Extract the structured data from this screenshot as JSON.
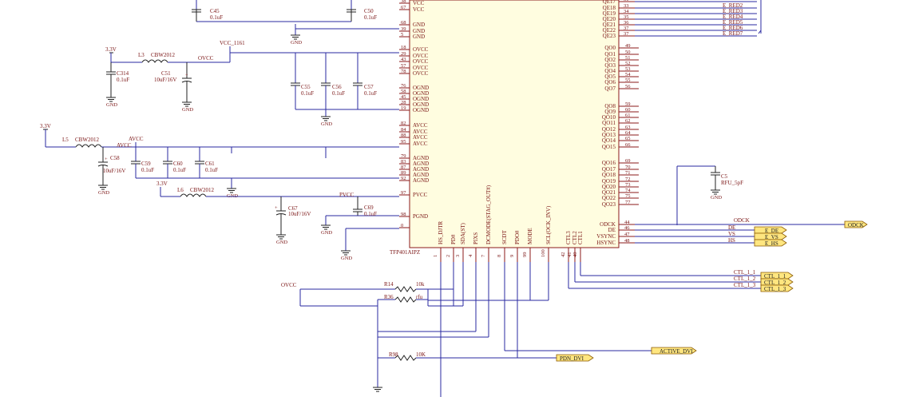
{
  "chip": {
    "designator": "TFP401AIPZ",
    "left_top_pins": [
      {
        "num": "38",
        "name": "VCC"
      },
      {
        "num": "67",
        "name": "VCC"
      },
      {
        "num": "68",
        "name": "GND"
      },
      {
        "num": "39",
        "name": "GND"
      },
      {
        "num": "5",
        "name": "GND"
      },
      {
        "num": "18",
        "name": "OVCC"
      },
      {
        "num": "29",
        "name": "OVCC"
      },
      {
        "num": "43",
        "name": "OVCC"
      },
      {
        "num": "57",
        "name": "OVCC"
      },
      {
        "num": "78",
        "name": "OVCC"
      },
      {
        "num": "76",
        "name": "OGND"
      },
      {
        "num": "58",
        "name": "OGND"
      },
      {
        "num": "45",
        "name": "OGND"
      },
      {
        "num": "28",
        "name": "OGND"
      },
      {
        "num": "19",
        "name": "OGND"
      },
      {
        "num": "82",
        "name": "AVCC"
      },
      {
        "num": "84",
        "name": "AVCC"
      },
      {
        "num": "88",
        "name": "AVCC"
      },
      {
        "num": "95",
        "name": "AVCC"
      },
      {
        "num": "79",
        "name": "AGND"
      },
      {
        "num": "83",
        "name": "AGND"
      },
      {
        "num": "87",
        "name": "AGND"
      },
      {
        "num": "89",
        "name": "AGND"
      },
      {
        "num": "92",
        "name": "AGND"
      },
      {
        "num": "97",
        "name": "PVCC"
      },
      {
        "num": "98",
        "name": "PGND"
      },
      {
        "num": "0",
        "name": ""
      }
    ],
    "right_top_pins": [
      {
        "name": "QE17",
        "num": "31",
        "net": ""
      },
      {
        "name": "QE18",
        "num": "33",
        "net": "E_RED2"
      },
      {
        "name": "QE19",
        "num": "34",
        "net": "E_RED3"
      },
      {
        "name": "QE20",
        "num": "35",
        "net": "E_RED4"
      },
      {
        "name": "QE21",
        "num": "36",
        "net": "E_RED5"
      },
      {
        "name": "QE22",
        "num": "37",
        "net": "E_RED6"
      },
      {
        "name": "QE23",
        "num": "37",
        "net": "E_RED7"
      }
    ],
    "right_qo_pins": [
      {
        "name": "QO0",
        "num": "49"
      },
      {
        "name": "QO1",
        "num": "50"
      },
      {
        "name": "QO2",
        "num": "51"
      },
      {
        "name": "QO3",
        "num": "52"
      },
      {
        "name": "QO4",
        "num": "53"
      },
      {
        "name": "QO5",
        "num": "54"
      },
      {
        "name": "QO6",
        "num": "55"
      },
      {
        "name": "QO7",
        "num": "56"
      },
      {
        "name": "QO8",
        "num": "59"
      },
      {
        "name": "QO9",
        "num": "60"
      },
      {
        "name": "QO10",
        "num": "61"
      },
      {
        "name": "QO11",
        "num": "62"
      },
      {
        "name": "QO12",
        "num": "63"
      },
      {
        "name": "QO13",
        "num": "64"
      },
      {
        "name": "QO14",
        "num": "65"
      },
      {
        "name": "QO15",
        "num": "66"
      },
      {
        "name": "QO16",
        "num": "69"
      },
      {
        "name": "QO17",
        "num": "70"
      },
      {
        "name": "QO18",
        "num": "71"
      },
      {
        "name": "QO19",
        "num": "72"
      },
      {
        "name": "QO20",
        "num": "73"
      },
      {
        "name": "QO21",
        "num": "74"
      },
      {
        "name": "QO22",
        "num": "75"
      },
      {
        "name": "QO23",
        "num": "77"
      }
    ],
    "right_ctrl_pins": [
      {
        "name": "ODCK",
        "num": "44",
        "net": "ODCK"
      },
      {
        "name": "DE",
        "num": "46",
        "net": "DE"
      },
      {
        "name": "VSYNC",
        "num": "47",
        "net": "VS"
      },
      {
        "name": "HSYNC",
        "num": "48",
        "net": "HS"
      }
    ],
    "bottom_pins": [
      {
        "name": "HS_DJTR",
        "num": "1"
      },
      {
        "name": "PD#",
        "num": "2"
      },
      {
        "name": "SDA(ST)",
        "num": "3"
      },
      {
        "name": "PIXS",
        "num": "4"
      },
      {
        "name": "DCMODE(STAG_OUT#)",
        "num": "7"
      },
      {
        "name": "SCDT",
        "num": "8"
      },
      {
        "name": "PDO#",
        "num": "9"
      },
      {
        "name": "MODE",
        "num": "99"
      },
      {
        "name": "SCL(OCK_INV)",
        "num": "100"
      },
      {
        "name": "CTL3",
        "num": "42"
      },
      {
        "name": "CTL2",
        "num": "41"
      },
      {
        "name": "CTL1",
        "num": "40"
      }
    ]
  },
  "components": {
    "c45": {
      "ref": "C45",
      "val": "0.1uF"
    },
    "c50": {
      "ref": "C50",
      "val": "0.1uF"
    },
    "c314": {
      "ref": "C314",
      "val": "0.1uF"
    },
    "l3": {
      "ref": "L3",
      "val": "CBW2012"
    },
    "c51": {
      "ref": "C51",
      "val": "10uF/16V"
    },
    "c55": {
      "ref": "C55",
      "val": "0.1uF"
    },
    "c56": {
      "ref": "C56",
      "val": "0.1uF"
    },
    "c57": {
      "ref": "C57",
      "val": "0.1uF"
    },
    "l5": {
      "ref": "L5",
      "val": "CBW2012"
    },
    "c58": {
      "ref": "C58",
      "val": "10uF/16V"
    },
    "c59": {
      "ref": "C59",
      "val": "0.1uF"
    },
    "c60": {
      "ref": "C60",
      "val": "0.1uF"
    },
    "c61": {
      "ref": "C61",
      "val": "0.1uF"
    },
    "l6": {
      "ref": "L6",
      "val": "CBW2012"
    },
    "c67": {
      "ref": "C67",
      "val": "10uF/16V"
    },
    "c69": {
      "ref": "C69",
      "val": "0.1uF"
    },
    "c5": {
      "ref": "C5",
      "val": "RFU_5pF"
    },
    "r14": {
      "ref": "R14",
      "val": "10k"
    },
    "r36": {
      "ref": "R36",
      "val": "rfu"
    },
    "r98": {
      "ref": "R98",
      "val": "10K"
    }
  },
  "nets": {
    "vcc_1161": "VCC_1161",
    "ovcc": "OVCC",
    "avcc": "AVCC",
    "pvcc": "PVCC",
    "v33": "3.3V",
    "gnd": "GND",
    "odck": "ODCK",
    "ctl11": "CTL_1_1",
    "ctl12": "CTL_1_2",
    "ctl13": "CTL_1_3",
    "active_dvi": "ACTIVE_DVI",
    "pdn_dvi": "PDN_DVI"
  },
  "flags": {
    "odck": "ODCK",
    "de": "E_DE",
    "vs": "E_VS",
    "hs": "E_HS",
    "ctl11": "CTL_1_1",
    "ctl12": "CTL_1_2",
    "ctl13": "CTL_1_3",
    "active_dvi": "ACTIVE_DVI",
    "pdn_dvi": "PDN_DVI"
  }
}
